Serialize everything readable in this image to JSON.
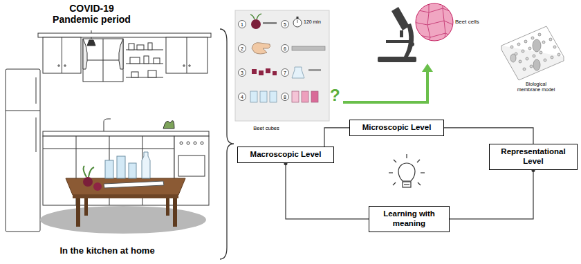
{
  "diagram": {
    "nodes": [
      {
        "text": [
          "Macroscopic Level"
        ]
      },
      {
        "text": [
          "Microscopic Level"
        ]
      },
      {
        "text": [
          "Representational Level"
        ]
      },
      {
        "text": [
          "Learning with meaning"
        ]
      }
    ],
    "edges": [
      {
        "from": 0,
        "to": 1,
        "arrow": "none"
      },
      {
        "from": 1,
        "to": 2,
        "arrow": "none"
      },
      {
        "from": 0,
        "to": 3,
        "arrow": "none"
      },
      {
        "from": 2,
        "to": 3,
        "arrow": "none"
      }
    ],
    "labels": [
      "COVID-19 Pandemic period",
      "In the kitchen at home",
      "1",
      "2",
      "3",
      "4",
      "5",
      "6",
      "7",
      "8",
      "120 min",
      "Beet cubes",
      "?",
      "Beet cells",
      "Biological membrane model"
    ]
  }
}
